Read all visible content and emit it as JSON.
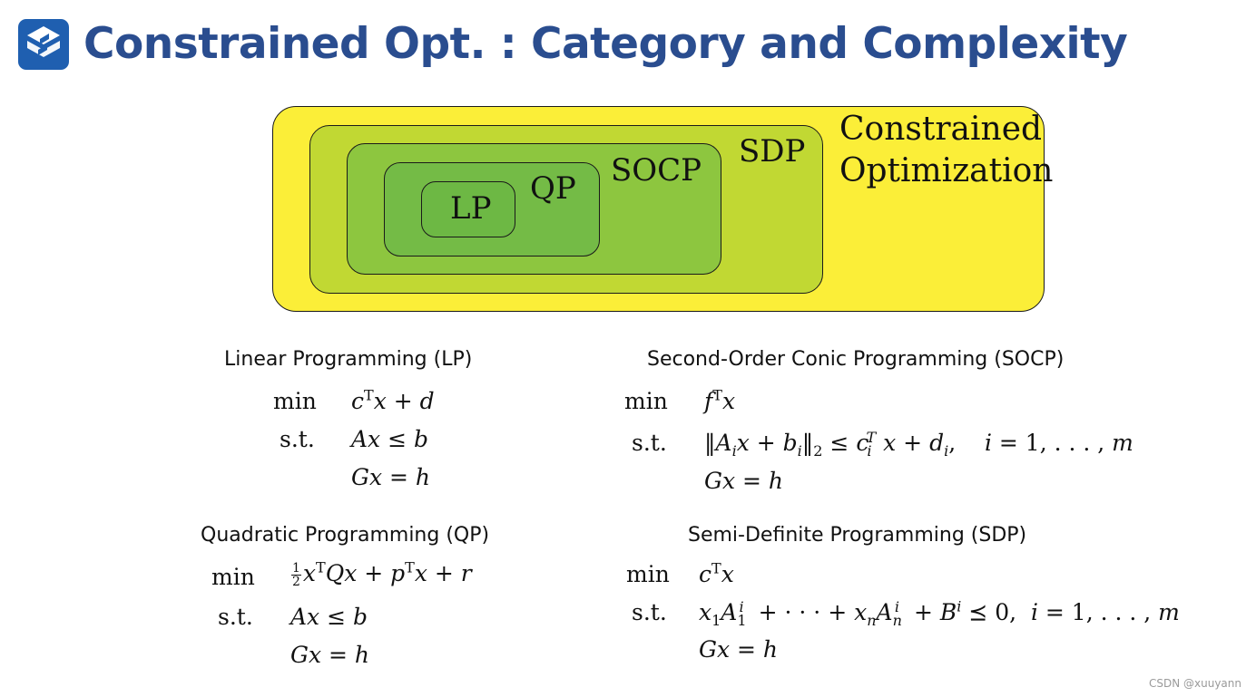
{
  "slide": {
    "title": "Constrained Opt. : Category and Complexity",
    "logo_color": "#1f5fb0",
    "title_color": "#2a4d8f"
  },
  "diagram": {
    "sets": [
      {
        "name": "LP",
        "color": "#6db844"
      },
      {
        "name": "QP",
        "color": "#74bb46"
      },
      {
        "name": "SOCP",
        "color": "#8dc63f"
      },
      {
        "name": "SDP",
        "color": "#c1d833"
      },
      {
        "name": "Constrained Optimization",
        "color": "#fbee38"
      }
    ]
  },
  "problems": {
    "lp": {
      "heading": "Linear Programming (LP)",
      "min_label": "min",
      "st_label": "s.t."
    },
    "qp": {
      "heading": "Quadratic Programming (QP)",
      "min_label": "min",
      "st_label": "s.t."
    },
    "socp": {
      "heading": "Second-Order Conic Programming (SOCP)",
      "min_label": "min",
      "st_label": "s.t."
    },
    "sdp": {
      "heading": "Semi-Definite Programming (SDP)",
      "min_label": "min",
      "st_label": "s.t."
    }
  },
  "watermark": "CSDN @xuuyann"
}
